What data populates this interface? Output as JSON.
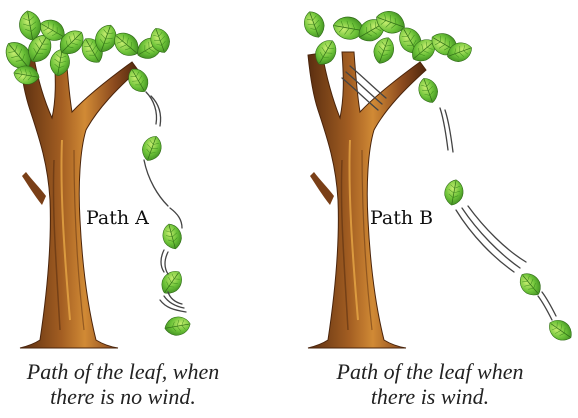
{
  "panels": [
    {
      "label": "Path A",
      "caption_line1": "Path of the leaf, when",
      "caption_line2": "there is no wind."
    },
    {
      "label": "Path B",
      "caption_line1": "Path of the leaf when",
      "caption_line2": "there is wind."
    }
  ],
  "colors": {
    "bark": "#8b4a1e",
    "bark_light": "#c57a2a",
    "bark_dark": "#5a2e10",
    "leaf": "#5fb832",
    "leaf_light": "#a8dd5a",
    "leaf_dark": "#2f7a1a",
    "motion_line": "#444444"
  }
}
